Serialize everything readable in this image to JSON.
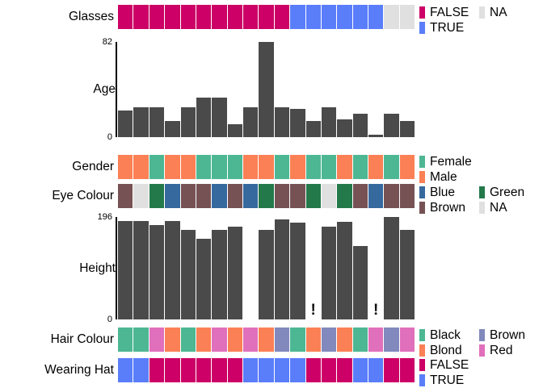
{
  "chart_data": {
    "type": "table",
    "title": "",
    "n_observations": 19,
    "panels": [
      {
        "name": "Glasses",
        "label": "Glasses",
        "kind": "categorical",
        "values": [
          "FALSE",
          "FALSE",
          "FALSE",
          "FALSE",
          "FALSE",
          "FALSE",
          "FALSE",
          "FALSE",
          "FALSE",
          "FALSE",
          "FALSE",
          "TRUE",
          "TRUE",
          "TRUE",
          "TRUE",
          "TRUE",
          "TRUE",
          "NA",
          "NA"
        ],
        "legend": {
          "layout": "two-column",
          "entries": [
            {
              "label": "FALSE",
              "color": "#cc0066"
            },
            {
              "label": "NA",
              "color": "#e0e0e0"
            },
            {
              "label": "TRUE",
              "color": "#5a7dfa"
            }
          ]
        }
      },
      {
        "name": "Age",
        "label": "Age",
        "kind": "bar",
        "ylabel": "Age",
        "ylim": [
          0,
          82
        ],
        "axis_max_label": "82",
        "axis_min_label": "0",
        "values": [
          23,
          26,
          26,
          14,
          26,
          34,
          34,
          11,
          26,
          82,
          26,
          24,
          14,
          26,
          15,
          20,
          2,
          20,
          14
        ],
        "bar_color": "#4a4a4a"
      },
      {
        "name": "Gender",
        "label": "Gender",
        "kind": "categorical",
        "values": [
          "Male",
          "Male",
          "Female",
          "Male",
          "Male",
          "Female",
          "Female",
          "Female",
          "Male",
          "Male",
          "Female",
          "Male",
          "Female",
          "Female",
          "Male",
          "Female",
          "Male",
          "Female",
          "Male"
        ],
        "legend": {
          "layout": "one-column",
          "entries": [
            {
              "label": "Female",
              "color": "#4db793"
            },
            {
              "label": "Male",
              "color": "#fb8055"
            }
          ]
        }
      },
      {
        "name": "Eye Colour",
        "label": "Eye Colour",
        "kind": "categorical",
        "values": [
          "Brown",
          "NA",
          "Green",
          "Blue",
          "Brown",
          "Brown",
          "Blue",
          "Brown",
          "Blue",
          "Green",
          "Brown",
          "Brown",
          "Green",
          "NA",
          "Green",
          "Brown",
          "Blue",
          "Brown",
          "Brown"
        ],
        "legend": {
          "layout": "two-column",
          "entries": [
            {
              "label": "Blue",
              "color": "#36699e"
            },
            {
              "label": "Green",
              "color": "#24794a"
            },
            {
              "label": "Brown",
              "color": "#765254"
            },
            {
              "label": "NA",
              "color": "#e0e0e0"
            }
          ]
        }
      },
      {
        "name": "Height",
        "label": "Height",
        "kind": "bar",
        "ylabel": "Height",
        "ylim": [
          0,
          196
        ],
        "axis_max_label": "196",
        "axis_min_label": "0",
        "values": [
          188,
          188,
          181,
          188,
          172,
          155,
          172,
          178,
          null,
          172,
          192,
          185,
          "!",
          178,
          186,
          140,
          "!",
          196,
          172
        ],
        "bar_color": "#4a4a4a",
        "flag_marker": "!",
        "flag_positions": [
          13,
          17
        ],
        "missing_positions": [
          9
        ]
      },
      {
        "name": "Hair Colour",
        "label": "Hair Colour",
        "kind": "categorical",
        "values": [
          "Black",
          "Black",
          "Red",
          "Blond",
          "Black",
          "Blond",
          "Red",
          "Blond",
          "Red",
          "Blond",
          "Brown",
          "Black",
          "Blond",
          "Brown",
          "Blond",
          "Black",
          "Red",
          "Brown",
          "Red"
        ],
        "legend": {
          "layout": "two-column",
          "entries": [
            {
              "label": "Black",
              "color": "#4db793"
            },
            {
              "label": "Brown",
              "color": "#8189bd"
            },
            {
              "label": "Blond",
              "color": "#fb8055"
            },
            {
              "label": "Red",
              "color": "#e070bb"
            }
          ]
        }
      },
      {
        "name": "Wearing Hat",
        "label": "Wearing Hat",
        "kind": "categorical",
        "values": [
          "TRUE",
          "TRUE",
          "FALSE",
          "FALSE",
          "FALSE",
          "FALSE",
          "FALSE",
          "FALSE",
          "TRUE",
          "TRUE",
          "TRUE",
          "TRUE",
          "FALSE",
          "FALSE",
          "FALSE",
          "TRUE",
          "TRUE",
          "FALSE",
          "FALSE"
        ],
        "legend": {
          "layout": "one-column",
          "entries": [
            {
              "label": "FALSE",
              "color": "#cc0066"
            },
            {
              "label": "TRUE",
              "color": "#5a7dfa"
            }
          ]
        }
      }
    ],
    "palette": {
      "FALSE": "#cc0066",
      "TRUE": "#5a7dfa",
      "NA": "#e0e0e0",
      "Female": "#4db793",
      "Male": "#fb8055",
      "Blue": "#36699e",
      "Green": "#24794a",
      "Brown_eye": "#765254",
      "Black": "#4db793",
      "Blond": "#fb8055",
      "Brown_hair": "#8189bd",
      "Red": "#e070bb",
      "bar": "#4a4a4a",
      "background": "#ffffff"
    }
  },
  "labels": {
    "glasses": "Glasses",
    "age": "Age",
    "gender": "Gender",
    "eye_colour": "Eye Colour",
    "height": "Height",
    "hair_colour": "Hair Colour",
    "wearing_hat": "Wearing Hat"
  },
  "axes": {
    "age_max": "82",
    "age_min": "0",
    "height_max": "196",
    "height_min": "0"
  },
  "legends": {
    "glasses": [
      {
        "label": "FALSE",
        "color": "#cc0066"
      },
      {
        "label": "NA",
        "color": "#e0e0e0"
      },
      {
        "label": "TRUE",
        "color": "#5a7dfa"
      }
    ],
    "gender": [
      {
        "label": "Female",
        "color": "#4db793"
      },
      {
        "label": "Male",
        "color": "#fb8055"
      }
    ],
    "eye_colour": [
      {
        "label": "Blue",
        "color": "#36699e"
      },
      {
        "label": "Green",
        "color": "#24794a"
      },
      {
        "label": "Brown",
        "color": "#765254"
      },
      {
        "label": "NA",
        "color": "#e0e0e0"
      }
    ],
    "hair_colour": [
      {
        "label": "Black",
        "color": "#4db793"
      },
      {
        "label": "Brown",
        "color": "#8189bd"
      },
      {
        "label": "Blond",
        "color": "#fb8055"
      },
      {
        "label": "Red",
        "color": "#e070bb"
      }
    ],
    "wearing_hat": [
      {
        "label": "FALSE",
        "color": "#cc0066"
      },
      {
        "label": "TRUE",
        "color": "#5a7dfa"
      }
    ]
  }
}
